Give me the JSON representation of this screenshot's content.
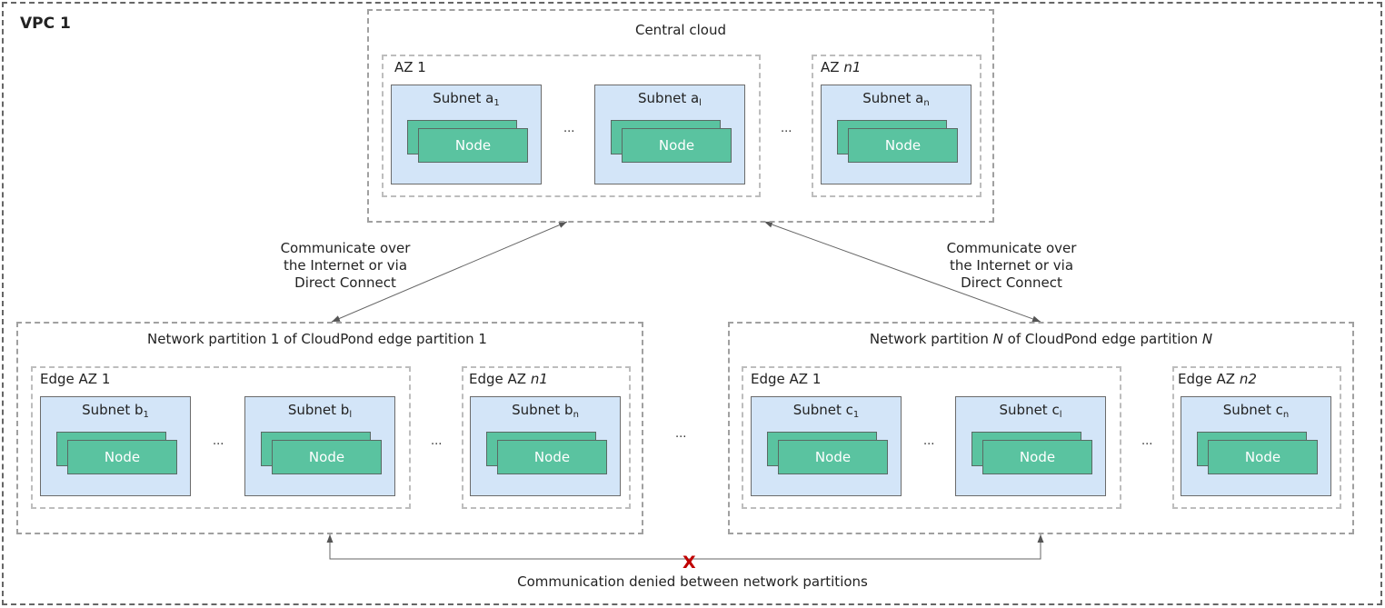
{
  "vpc": {
    "title": "VPC 1"
  },
  "central": {
    "title": "Central cloud",
    "az1": {
      "title": "AZ 1",
      "subnet_first": {
        "name": "Subnet a",
        "sub": "1",
        "node": "Node"
      },
      "ellipsis": "...",
      "subnet_mid": {
        "name": "Subnet a",
        "sub": "l",
        "node": "Node"
      }
    },
    "ellipsis": "...",
    "azn": {
      "title_prefix": "AZ ",
      "title_italic": "n1",
      "subnet": {
        "name": "Subnet a",
        "sub": "n",
        "node": "Node"
      }
    }
  },
  "link_left": [
    "Communicate over",
    "the Internet or via",
    "Direct Connect"
  ],
  "link_right": [
    "Communicate over",
    "the Internet or via",
    "Direct Connect"
  ],
  "partition1": {
    "title": "Network partition 1 of CloudPond edge partition 1",
    "az1": {
      "title": "Edge AZ 1",
      "subnet_first": {
        "name": "Subnet b",
        "sub": "1",
        "node": "Node"
      },
      "ellipsis": "...",
      "subnet_mid": {
        "name": "Subnet b",
        "sub": "l",
        "node": "Node"
      }
    },
    "ellipsis": "...",
    "azn": {
      "title_prefix": "Edge AZ ",
      "title_italic": "n1",
      "subnet": {
        "name": "Subnet b",
        "sub": "n",
        "node": "Node"
      }
    }
  },
  "middle_ellipsis": "...",
  "partitionN": {
    "title_a": "Network partition ",
    "title_b": "N",
    "title_c": " of CloudPond edge partition ",
    "title_d": "N",
    "az1": {
      "title": "Edge AZ 1",
      "subnet_first": {
        "name": "Subnet c",
        "sub": "1",
        "node": "Node"
      },
      "ellipsis": "...",
      "subnet_mid": {
        "name": "Subnet c",
        "sub": "l",
        "node": "Node"
      }
    },
    "ellipsis": "...",
    "azn": {
      "title_prefix": "Edge AZ ",
      "title_italic": "n2",
      "subnet": {
        "name": "Subnet c",
        "sub": "n",
        "node": "Node"
      }
    }
  },
  "denied": {
    "mark": "X",
    "label": "Communication denied between network partitions"
  },
  "colors": {
    "subnet_fill": "#d3e5f8",
    "node_fill": "#5ac3a0",
    "deny_mark": "#c00000"
  }
}
